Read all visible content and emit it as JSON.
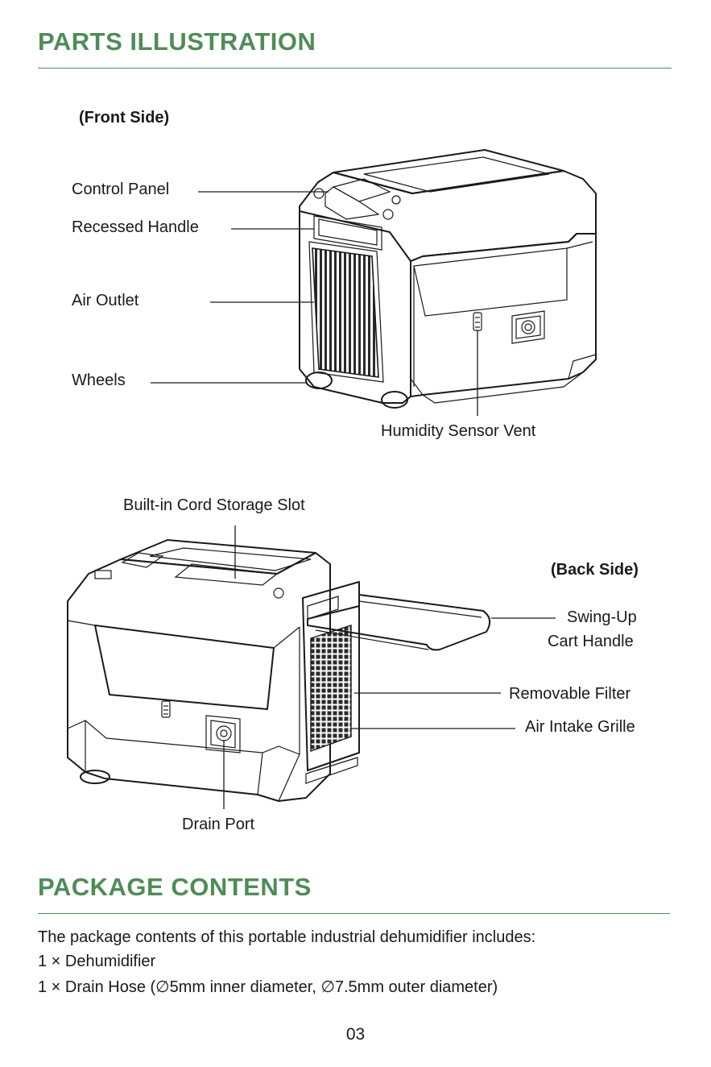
{
  "parts": {
    "title": "PARTS ILLUSTRATION",
    "front_side": "(Front Side)",
    "back_side": "(Back Side)",
    "labels": {
      "control_panel": "Control Panel",
      "recessed_handle": "Recessed Handle",
      "air_outlet": "Air Outlet",
      "wheels": "Wheels",
      "humidity_sensor_vent": "Humidity Sensor Vent",
      "cord_storage": "Built-in Cord Storage Slot",
      "swing_up_1": "Swing-Up",
      "swing_up_2": "Cart Handle",
      "removable_filter": "Removable Filter",
      "air_intake": "Air Intake Grille",
      "drain_port": "Drain Port"
    }
  },
  "package": {
    "title": "PACKAGE CONTENTS",
    "intro": "The package contents of this portable industrial dehumidifier includes:",
    "items": [
      "1 × Dehumidifier",
      "1 × Drain Hose (∅5mm inner diameter, ∅7.5mm outer diameter)"
    ]
  },
  "page_number": "03"
}
